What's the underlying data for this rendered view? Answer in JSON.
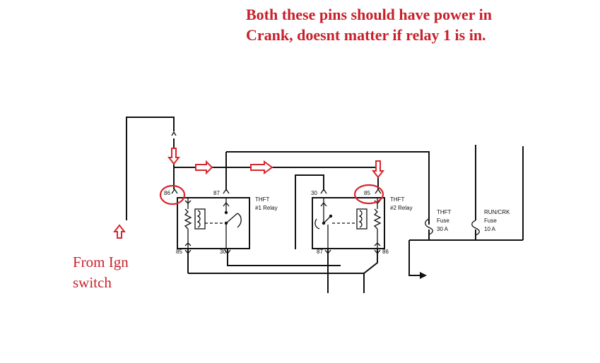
{
  "annotations": {
    "top_note": [
      "Both these pins should have power in",
      "Crank, doesnt matter if relay 1 is in."
    ],
    "left_note": [
      "From Ign",
      "switch"
    ]
  },
  "relay1": {
    "title": "THFT",
    "subtitle": "#1 Relay",
    "pins": {
      "p86": "86",
      "p87": "87",
      "p85": "85",
      "p30": "30"
    }
  },
  "relay2": {
    "title": "THFT",
    "subtitle": "#2 Relay",
    "pins": {
      "p30": "30",
      "p85": "85",
      "p87": "87",
      "p86": "86"
    }
  },
  "fuses": [
    {
      "name": "THFT",
      "label": "Fuse",
      "rating": "30 A"
    },
    {
      "name": "RUN/CRK",
      "label": "Fuse",
      "rating": "10 A"
    }
  ],
  "colors": {
    "highlight": "#d8262e",
    "annotation_text": "#c8202a",
    "wiring": "#111111"
  }
}
